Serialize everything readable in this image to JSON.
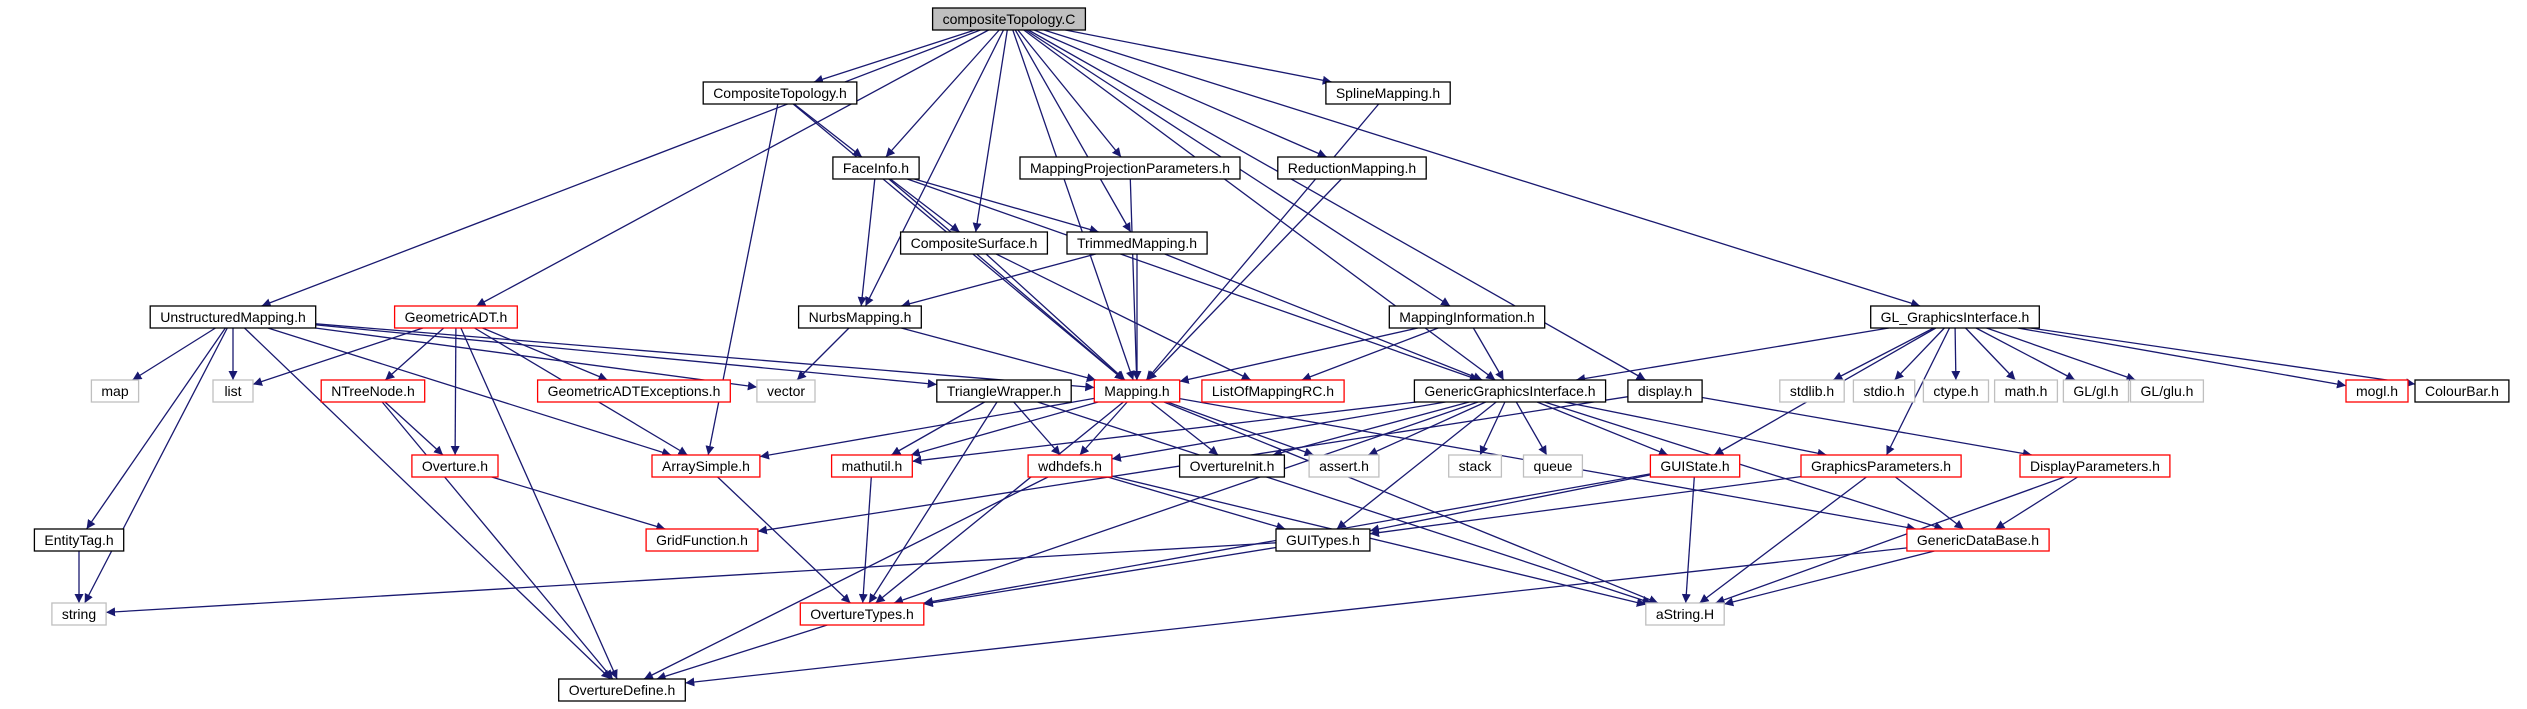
{
  "colors": {
    "edge": "#191970",
    "node_black": "#000000",
    "node_red": "#ff0000",
    "node_gray": "#bfbfbf",
    "root_fill": "#bfbfbf",
    "node_fill": "#ffffff"
  },
  "nodes": [
    {
      "id": "compositeTopology",
      "label": "compositeTopology.C",
      "style": "root"
    },
    {
      "id": "CompositeTopology_h",
      "label": "CompositeTopology.h",
      "style": "black"
    },
    {
      "id": "SplineMapping_h",
      "label": "SplineMapping.h",
      "style": "black"
    },
    {
      "id": "FaceInfo_h",
      "label": "FaceInfo.h",
      "style": "black"
    },
    {
      "id": "MappingProjectionParameters_h",
      "label": "MappingProjectionParameters.h",
      "style": "black"
    },
    {
      "id": "ReductionMapping_h",
      "label": "ReductionMapping.h",
      "style": "black"
    },
    {
      "id": "CompositeSurface_h",
      "label": "CompositeSurface.h",
      "style": "black"
    },
    {
      "id": "TrimmedMapping_h",
      "label": "TrimmedMapping.h",
      "style": "black"
    },
    {
      "id": "UnstructuredMapping_h",
      "label": "UnstructuredMapping.h",
      "style": "black"
    },
    {
      "id": "GeometricADT_h",
      "label": "GeometricADT.h",
      "style": "red"
    },
    {
      "id": "NurbsMapping_h",
      "label": "NurbsMapping.h",
      "style": "black"
    },
    {
      "id": "MappingInformation_h",
      "label": "MappingInformation.h",
      "style": "black"
    },
    {
      "id": "GL_GraphicsInterface_h",
      "label": "GL_GraphicsInterface.h",
      "style": "black"
    },
    {
      "id": "map",
      "label": "map",
      "style": "gray"
    },
    {
      "id": "list",
      "label": "list",
      "style": "gray"
    },
    {
      "id": "NTreeNode_h",
      "label": "NTreeNode.h",
      "style": "red"
    },
    {
      "id": "GeometricADTExceptions_h",
      "label": "GeometricADTExceptions.h",
      "style": "red"
    },
    {
      "id": "vector",
      "label": "vector",
      "style": "gray"
    },
    {
      "id": "TriangleWrapper_h",
      "label": "TriangleWrapper.h",
      "style": "black"
    },
    {
      "id": "Mapping_h",
      "label": "Mapping.h",
      "style": "red"
    },
    {
      "id": "ListOfMappingRC_h",
      "label": "ListOfMappingRC.h",
      "style": "red"
    },
    {
      "id": "GenericGraphicsInterface_h",
      "label": "GenericGraphicsInterface.h",
      "style": "black"
    },
    {
      "id": "display_h",
      "label": "display.h",
      "style": "black"
    },
    {
      "id": "stdlib_h",
      "label": "stdlib.h",
      "style": "gray"
    },
    {
      "id": "stdio_h",
      "label": "stdio.h",
      "style": "gray"
    },
    {
      "id": "ctype_h",
      "label": "ctype.h",
      "style": "gray"
    },
    {
      "id": "math_h",
      "label": "math.h",
      "style": "gray"
    },
    {
      "id": "GL_gl_h",
      "label": "GL/gl.h",
      "style": "gray"
    },
    {
      "id": "GL_glu_h",
      "label": "GL/glu.h",
      "style": "gray"
    },
    {
      "id": "mogl_h",
      "label": "mogl.h",
      "style": "red"
    },
    {
      "id": "ColourBar_h",
      "label": "ColourBar.h",
      "style": "black"
    },
    {
      "id": "Overture_h",
      "label": "Overture.h",
      "style": "red"
    },
    {
      "id": "ArraySimple_h",
      "label": "ArraySimple.h",
      "style": "red"
    },
    {
      "id": "mathutil_h",
      "label": "mathutil.h",
      "style": "red"
    },
    {
      "id": "wdhdefs_h",
      "label": "wdhdefs.h",
      "style": "red"
    },
    {
      "id": "OvertureInit_h",
      "label": "OvertureInit.h",
      "style": "black"
    },
    {
      "id": "assert_h",
      "label": "assert.h",
      "style": "gray"
    },
    {
      "id": "stack",
      "label": "stack",
      "style": "gray"
    },
    {
      "id": "queue",
      "label": "queue",
      "style": "gray"
    },
    {
      "id": "GUIState_h",
      "label": "GUIState.h",
      "style": "red"
    },
    {
      "id": "GraphicsParameters_h",
      "label": "GraphicsParameters.h",
      "style": "red"
    },
    {
      "id": "DisplayParameters_h",
      "label": "DisplayParameters.h",
      "style": "red"
    },
    {
      "id": "EntityTag_h",
      "label": "EntityTag.h",
      "style": "black"
    },
    {
      "id": "GridFunction_h",
      "label": "GridFunction.h",
      "style": "red"
    },
    {
      "id": "GUITypes_h",
      "label": "GUITypes.h",
      "style": "black"
    },
    {
      "id": "GenericDataBase_h",
      "label": "GenericDataBase.h",
      "style": "red"
    },
    {
      "id": "string",
      "label": "string",
      "style": "gray"
    },
    {
      "id": "OvertureTypes_h",
      "label": "OvertureTypes.h",
      "style": "red"
    },
    {
      "id": "aString_H",
      "label": "aString.H",
      "style": "gray"
    },
    {
      "id": "OvertureDefine_h",
      "label": "OvertureDefine.h",
      "style": "black"
    }
  ],
  "edges": [
    [
      "compositeTopology",
      "CompositeTopology_h"
    ],
    [
      "compositeTopology",
      "SplineMapping_h"
    ],
    [
      "compositeTopology",
      "FaceInfo_h"
    ],
    [
      "compositeTopology",
      "MappingProjectionParameters_h"
    ],
    [
      "compositeTopology",
      "ReductionMapping_h"
    ],
    [
      "compositeTopology",
      "CompositeSurface_h"
    ],
    [
      "compositeTopology",
      "TrimmedMapping_h"
    ],
    [
      "compositeTopology",
      "UnstructuredMapping_h"
    ],
    [
      "compositeTopology",
      "GeometricADT_h"
    ],
    [
      "compositeTopology",
      "NurbsMapping_h"
    ],
    [
      "compositeTopology",
      "MappingInformation_h"
    ],
    [
      "compositeTopology",
      "GL_GraphicsInterface_h"
    ],
    [
      "compositeTopology",
      "display_h"
    ],
    [
      "compositeTopology",
      "GenericGraphicsInterface_h"
    ],
    [
      "compositeTopology",
      "Mapping_h"
    ],
    [
      "CompositeTopology_h",
      "FaceInfo_h"
    ],
    [
      "CompositeTopology_h",
      "Mapping_h"
    ],
    [
      "CompositeTopology_h",
      "ArraySimple_h"
    ],
    [
      "FaceInfo_h",
      "CompositeSurface_h"
    ],
    [
      "FaceInfo_h",
      "TrimmedMapping_h"
    ],
    [
      "FaceInfo_h",
      "NurbsMapping_h"
    ],
    [
      "FaceInfo_h",
      "Mapping_h"
    ],
    [
      "FaceInfo_h",
      "GenericGraphicsInterface_h"
    ],
    [
      "SplineMapping_h",
      "Mapping_h"
    ],
    [
      "MappingProjectionParameters_h",
      "Mapping_h"
    ],
    [
      "ReductionMapping_h",
      "Mapping_h"
    ],
    [
      "CompositeSurface_h",
      "Mapping_h"
    ],
    [
      "CompositeSurface_h",
      "ListOfMappingRC_h"
    ],
    [
      "TrimmedMapping_h",
      "NurbsMapping_h"
    ],
    [
      "TrimmedMapping_h",
      "Mapping_h"
    ],
    [
      "TrimmedMapping_h",
      "GenericGraphicsInterface_h"
    ],
    [
      "NurbsMapping_h",
      "Mapping_h"
    ],
    [
      "NurbsMapping_h",
      "vector"
    ],
    [
      "MappingInformation_h",
      "Mapping_h"
    ],
    [
      "MappingInformation_h",
      "ListOfMappingRC_h"
    ],
    [
      "MappingInformation_h",
      "GenericGraphicsInterface_h"
    ],
    [
      "UnstructuredMapping_h",
      "map"
    ],
    [
      "UnstructuredMapping_h",
      "list"
    ],
    [
      "UnstructuredMapping_h",
      "vector"
    ],
    [
      "UnstructuredMapping_h",
      "TriangleWrapper_h"
    ],
    [
      "UnstructuredMapping_h",
      "ArraySimple_h"
    ],
    [
      "UnstructuredMapping_h",
      "EntityTag_h"
    ],
    [
      "UnstructuredMapping_h",
      "string"
    ],
    [
      "UnstructuredMapping_h",
      "OvertureDefine_h"
    ],
    [
      "UnstructuredMapping_h",
      "Mapping_h"
    ],
    [
      "GeometricADT_h",
      "list"
    ],
    [
      "GeometricADT_h",
      "NTreeNode_h"
    ],
    [
      "GeometricADT_h",
      "GeometricADTExceptions_h"
    ],
    [
      "GeometricADT_h",
      "Overture_h"
    ],
    [
      "GeometricADT_h",
      "ArraySimple_h"
    ],
    [
      "GeometricADT_h",
      "OvertureDefine_h"
    ],
    [
      "NTreeNode_h",
      "Overture_h"
    ],
    [
      "NTreeNode_h",
      "OvertureDefine_h"
    ],
    [
      "Overture_h",
      "GridFunction_h"
    ],
    [
      "ArraySimple_h",
      "OvertureTypes_h"
    ],
    [
      "EntityTag_h",
      "string"
    ],
    [
      "TriangleWrapper_h",
      "mathutil_h"
    ],
    [
      "TriangleWrapper_h",
      "wdhdefs_h"
    ],
    [
      "TriangleWrapper_h",
      "OvertureTypes_h"
    ],
    [
      "TriangleWrapper_h",
      "aString_H"
    ],
    [
      "Mapping_h",
      "ArraySimple_h"
    ],
    [
      "Mapping_h",
      "mathutil_h"
    ],
    [
      "Mapping_h",
      "wdhdefs_h"
    ],
    [
      "Mapping_h",
      "OvertureInit_h"
    ],
    [
      "Mapping_h",
      "assert_h"
    ],
    [
      "Mapping_h",
      "GenericDataBase_h"
    ],
    [
      "Mapping_h",
      "OvertureTypes_h"
    ],
    [
      "Mapping_h",
      "aString_H"
    ],
    [
      "mathutil_h",
      "OvertureTypes_h"
    ],
    [
      "wdhdefs_h",
      "GUITypes_h"
    ],
    [
      "wdhdefs_h",
      "OvertureDefine_h"
    ],
    [
      "wdhdefs_h",
      "aString_H"
    ],
    [
      "GenericGraphicsInterface_h",
      "mathutil_h"
    ],
    [
      "GenericGraphicsInterface_h",
      "wdhdefs_h"
    ],
    [
      "GenericGraphicsInterface_h",
      "OvertureInit_h"
    ],
    [
      "GenericGraphicsInterface_h",
      "assert_h"
    ],
    [
      "GenericGraphicsInterface_h",
      "stack"
    ],
    [
      "GenericGraphicsInterface_h",
      "queue"
    ],
    [
      "GenericGraphicsInterface_h",
      "GUIState_h"
    ],
    [
      "GenericGraphicsInterface_h",
      "GraphicsParameters_h"
    ],
    [
      "GenericGraphicsInterface_h",
      "GUITypes_h"
    ],
    [
      "GenericGraphicsInterface_h",
      "GenericDataBase_h"
    ],
    [
      "GenericGraphicsInterface_h",
      "OvertureTypes_h"
    ],
    [
      "display_h",
      "DisplayParameters_h"
    ],
    [
      "display_h",
      "GridFunction_h"
    ],
    [
      "GL_GraphicsInterface_h",
      "GenericGraphicsInterface_h"
    ],
    [
      "GL_GraphicsInterface_h",
      "stdlib_h"
    ],
    [
      "GL_GraphicsInterface_h",
      "stdio_h"
    ],
    [
      "GL_GraphicsInterface_h",
      "ctype_h"
    ],
    [
      "GL_GraphicsInterface_h",
      "math_h"
    ],
    [
      "GL_GraphicsInterface_h",
      "GL_gl_h"
    ],
    [
      "GL_GraphicsInterface_h",
      "GL_glu_h"
    ],
    [
      "GL_GraphicsInterface_h",
      "mogl_h"
    ],
    [
      "GL_GraphicsInterface_h",
      "ColourBar_h"
    ],
    [
      "GL_GraphicsInterface_h",
      "GUIState_h"
    ],
    [
      "GL_GraphicsInterface_h",
      "GraphicsParameters_h"
    ],
    [
      "GUIState_h",
      "GUITypes_h"
    ],
    [
      "GUIState_h",
      "aString_H"
    ],
    [
      "GUIState_h",
      "OvertureTypes_h"
    ],
    [
      "GraphicsParameters_h",
      "GenericDataBase_h"
    ],
    [
      "GraphicsParameters_h",
      "GUITypes_h"
    ],
    [
      "GraphicsParameters_h",
      "aString_H"
    ],
    [
      "DisplayParameters_h",
      "GenericDataBase_h"
    ],
    [
      "DisplayParameters_h",
      "aString_H"
    ],
    [
      "GUITypes_h",
      "string"
    ],
    [
      "GUITypes_h",
      "OvertureTypes_h"
    ],
    [
      "GenericDataBase_h",
      "aString_H"
    ],
    [
      "GenericDataBase_h",
      "OvertureDefine_h"
    ],
    [
      "OvertureTypes_h",
      "OvertureDefine_h"
    ]
  ]
}
